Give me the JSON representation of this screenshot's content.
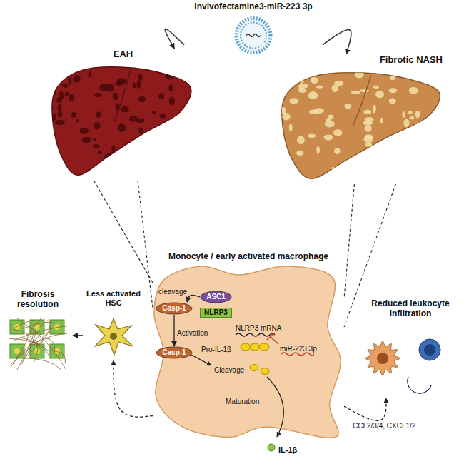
{
  "diagram": {
    "nodes": [
      {
        "text": [
          "Invivofectamine3-miR-223 3p"
        ]
      },
      {
        "text": [
          "EAH"
        ]
      },
      {
        "text": [
          "Fibrotic NASH"
        ]
      },
      {
        "text": [
          "Monocyte / early activated macrophage"
        ]
      },
      {
        "text": [
          "ASC1"
        ],
        "in": 3
      },
      {
        "text": [
          "NLRP3"
        ],
        "in": 3
      },
      {
        "text": [
          "Casp-1"
        ],
        "in": 3
      },
      {
        "text": [
          "Casp-1"
        ],
        "in": 3
      },
      {
        "text": [
          "Less activated HSC"
        ]
      },
      {
        "text": [
          "Fibrosis resolution"
        ]
      },
      {
        "text": [
          "Reduced leukocyte infiltration"
        ]
      }
    ],
    "edges": [
      {
        "from": 0,
        "to": 1,
        "arrow": "to"
      },
      {
        "from": 0,
        "to": 2,
        "arrow": "to"
      },
      {
        "from": 1,
        "to": 3,
        "arrow": "none"
      },
      {
        "from": 1,
        "to": 3,
        "arrow": "none"
      },
      {
        "from": 2,
        "to": 3,
        "arrow": "none"
      },
      {
        "from": 2,
        "to": 3,
        "arrow": "none"
      },
      {
        "from": 4,
        "to": 6,
        "arrow": "to"
      },
      {
        "from": 6,
        "to": 7,
        "arrow": "to"
      },
      {
        "from": 8,
        "to": 9,
        "arrow": "to"
      },
      {
        "from": 3,
        "to": 8,
        "arrow": "to"
      },
      {
        "from": 3,
        "to": 10,
        "arrow": "to",
        "label": "CCL2/3/4, CXCL1/2"
      }
    ],
    "labels": [
      "cleavage",
      "Activation",
      "NLRP3 mRNA",
      "Pro-IL-1β",
      "Cleavage",
      "miR-223 3p",
      "Maturation",
      "IL-1β"
    ]
  }
}
